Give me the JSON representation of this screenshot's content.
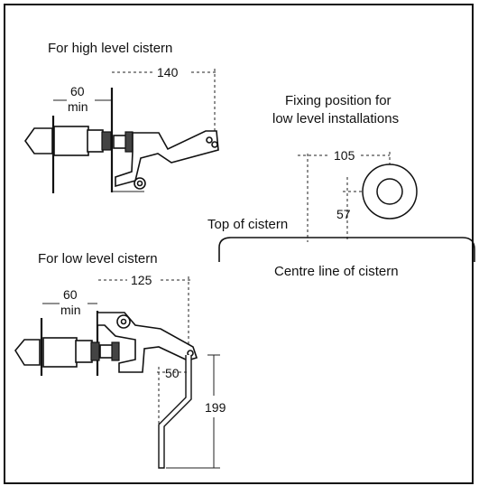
{
  "labels": {
    "high_title": "For high level cistern",
    "low_title": "For low level cistern",
    "fixing_line1": "Fixing position for",
    "fixing_line2": "low level installations",
    "top_of_cistern": "Top of cistern",
    "centre_line": "Centre line of cistern"
  },
  "dimensions": {
    "high_min_value": "60",
    "high_min_unit": "min",
    "high_span": "140",
    "low_min_value": "60",
    "low_min_unit": "min",
    "low_span": "125",
    "low_offset": "50",
    "low_drop": "199",
    "fix_horizontal": "105",
    "fix_vertical": "57"
  }
}
